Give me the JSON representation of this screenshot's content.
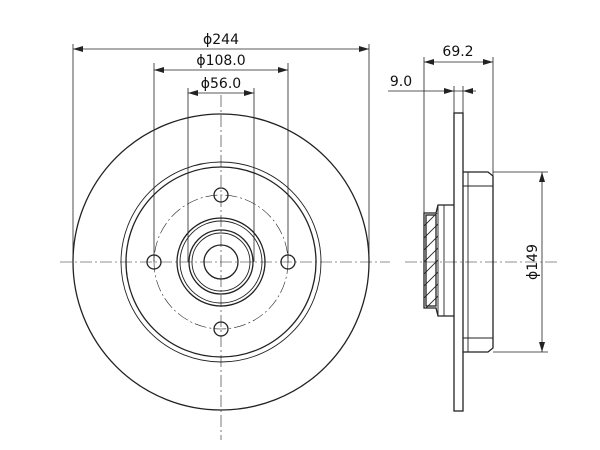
{
  "drawing": {
    "front_view": {
      "outer_diameter_label": "ϕ244",
      "bolt_circle_label": "ϕ108.0",
      "center_bore_label": "ϕ56.0",
      "bolt_hole_count": 4
    },
    "side_view": {
      "overall_height_label": "69.2",
      "disc_thickness_label": "9.0",
      "hub_diameter_label": "ϕ149"
    }
  }
}
